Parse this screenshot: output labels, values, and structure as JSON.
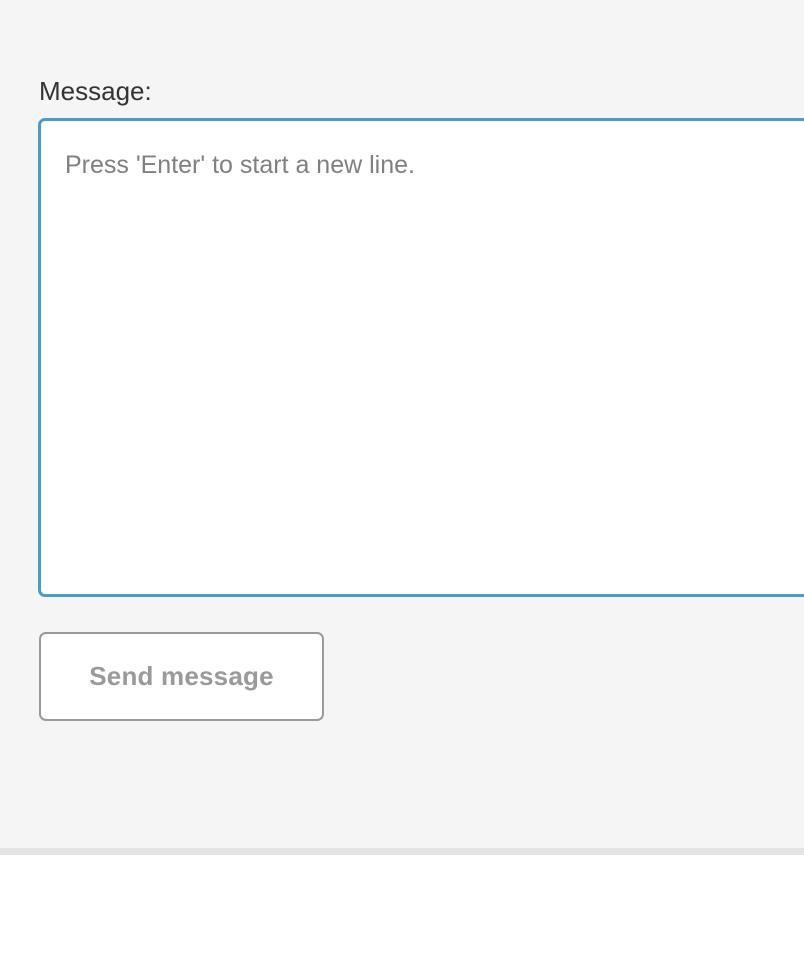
{
  "composer": {
    "label": "Message:",
    "textarea": {
      "placeholder": "Press 'Enter' to start a new line.",
      "value": ""
    },
    "send_button_label": "Send message"
  },
  "colors": {
    "panel_background": "#f5f5f6",
    "page_background": "#ffffff",
    "separator": "#e3e4e6",
    "textarea_focus_border": "#4a9ad2",
    "textarea_background": "#ffffff",
    "label_text": "#333333",
    "placeholder_text": "#808080",
    "button_border": "#9a9a9a",
    "button_text": "#9a9a9a",
    "button_background": "#ffffff"
  }
}
